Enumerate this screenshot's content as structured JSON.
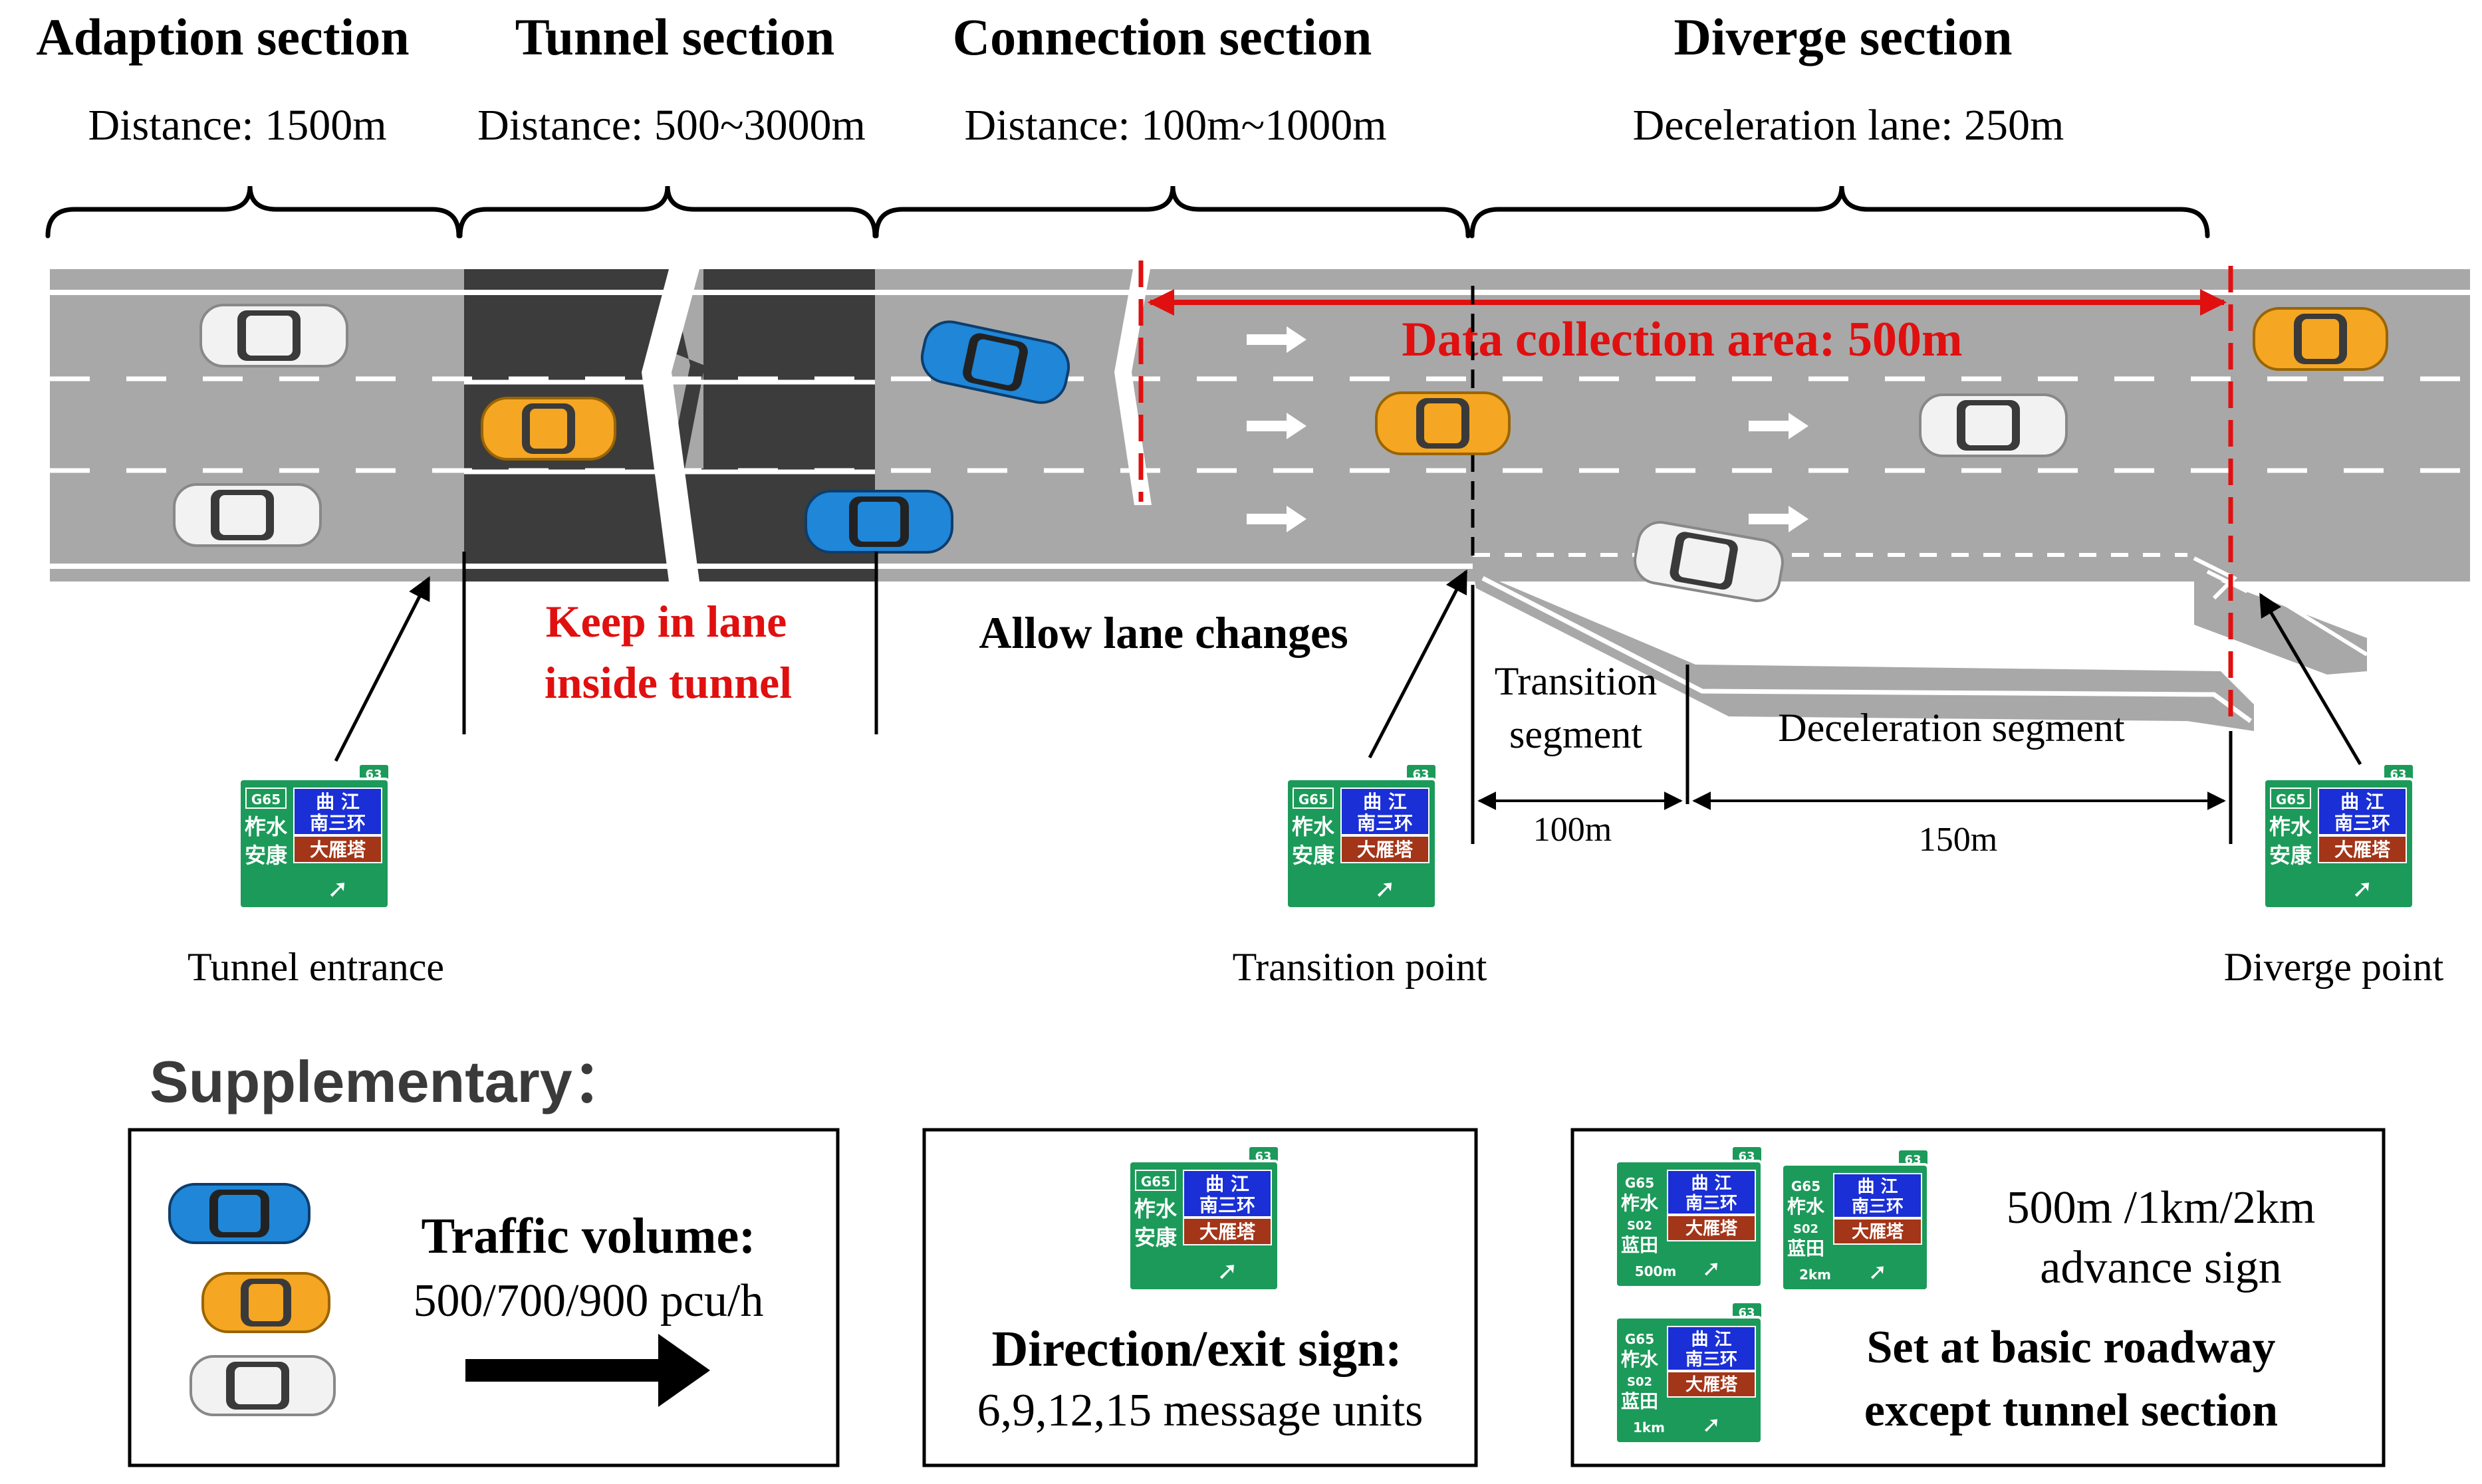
{
  "sections": [
    {
      "title": "Adaption section",
      "detail": "Distance: 1500m"
    },
    {
      "title": "Tunnel section",
      "detail": "Distance: 500~3000m"
    },
    {
      "title": "Connection section",
      "detail": "Distance: 100m~1000m"
    },
    {
      "title": "Diverge section",
      "detail": "Deceleration lane: 250m"
    }
  ],
  "data_area": "Data collection area: 500m",
  "keep_lane": [
    "Keep in lane",
    "inside tunnel"
  ],
  "allow_change": "Allow lane changes",
  "transition_segment": [
    "Transition",
    "segment"
  ],
  "deceleration_segment": "Deceleration segment",
  "dist_100": "100m",
  "dist_150": "150m",
  "points": {
    "tunnel_entrance": "Tunnel entrance",
    "transition_point": "Transition point",
    "diverge_point": "Diverge point"
  },
  "supplementary": "Supplementary：",
  "legend": {
    "traffic_title": "Traffic volume:",
    "traffic_values": "500/700/900 pcu/h",
    "sign_title": "Direction/exit sign:",
    "sign_units": "6,9,12,15 message units",
    "advance_line1": "500m /1km/2km",
    "advance_line2": "advance sign",
    "basic_line1": "Set at basic roadway",
    "basic_line2": "except tunnel section"
  },
  "sign": {
    "exit_num": "63",
    "route": "G65",
    "route2": "S02",
    "left_line1": "柞水",
    "left_line2": "安康",
    "left_line2_alt": "蓝田",
    "blue_line1": "曲 江",
    "blue_line2": "南三环",
    "brown": "大雁塔",
    "arrow": "➚",
    "adv_500": "500m",
    "adv_2k": "2km",
    "adv_1k": "1km"
  },
  "colors": {
    "road": "#a8a8a8",
    "tunnel": "#3c3c3c",
    "red": "#e01010",
    "sign_green": "#1c9a5a",
    "sign_blue": "#1a2fd6",
    "sign_brown": "#a33518",
    "car_white": "#f2f2f2",
    "car_yellow": "#f5a623",
    "car_blue": "#1f86d8"
  }
}
